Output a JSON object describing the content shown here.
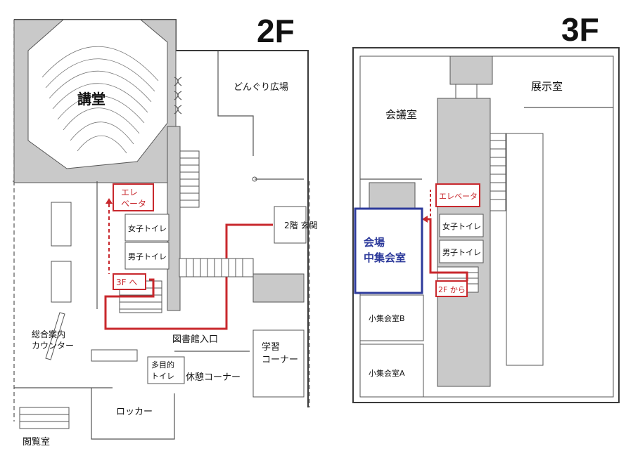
{
  "floor_2f": {
    "title": "2F",
    "auditorium": "講堂",
    "donguri": "どんぐり広場",
    "elevator": [
      "エレ",
      "ベータ"
    ],
    "women_toilet": "女子トイレ",
    "men_toilet": "男子トイレ",
    "to_3f": "3F へ",
    "entrance": "2階 玄関",
    "library_entrance": "図書館入口",
    "info_counter": [
      "総合案内",
      "カウンター"
    ],
    "multi_toilet": [
      "多目的",
      "トイレ"
    ],
    "rest_corner": "休憩コーナー",
    "study_corner": [
      "学習",
      "コーナー"
    ],
    "locker": "ロッカー",
    "reading_room": "閲覧室"
  },
  "floor_3f": {
    "title": "3F",
    "meeting_room": "会議室",
    "exhibition": "展示室",
    "elevator": "エレベータ",
    "women_toilet": "女子トイレ",
    "men_toilet": "男子トイレ",
    "from_2f": "2F から",
    "venue": [
      "会場",
      "中集会室"
    ],
    "small_b": "小集会室B",
    "small_a": "小集会室A"
  },
  "colors": {
    "route": "#c8282d",
    "venue": "#2d3a9b",
    "gray": "#c9c9c9"
  }
}
